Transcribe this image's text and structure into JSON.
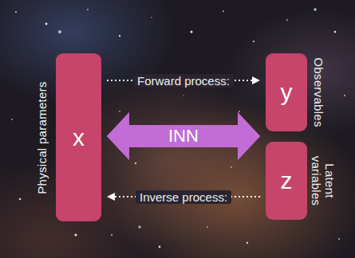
{
  "diagram": {
    "nodes": [
      {
        "text": [
          "x",
          "Physical parameters"
        ]
      },
      {
        "text": [
          "y",
          "Observables"
        ]
      },
      {
        "text": [
          "z",
          "Latent variables"
        ]
      }
    ],
    "edges": [
      {
        "from": 0,
        "to": 1,
        "arrow": "to",
        "label": "Forward process:"
      },
      {
        "from": 0,
        "to": 1,
        "arrow": "both",
        "label": "INN"
      },
      {
        "from": 0,
        "to": 2,
        "arrow": "both"
      },
      {
        "from": 2,
        "to": 0,
        "arrow": "to",
        "label": "Inverse process:"
      }
    ]
  }
}
